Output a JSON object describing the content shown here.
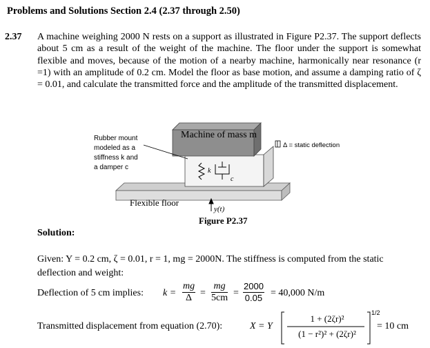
{
  "header": {
    "section_title": "Problems and Solutions Section 2.4 (2.37 through 2.50)"
  },
  "problem": {
    "number": "2.37",
    "text": "A machine weighing 2000 N rests on a support as illustrated in Figure P2.37.  The support deflects about 5 cm as a result of the weight of the machine.  The floor under the support is somewhat flexible and moves, because of the motion of a nearby machine, harmonically near resonance (r =1) with an amplitude of 0.2 cm.  Model the floor as base motion, and assume a damping ratio of ζ = 0.01, and calculate the transmitted force and the amplitude of the transmitted displacement."
  },
  "figure": {
    "machine_label": "Machine of mass m",
    "rubber_mount_lines": [
      "Rubber mount",
      "modeled as a",
      "stiffness k and",
      "a damper c"
    ],
    "static_deflection_label": "Δ = static deflection",
    "floor_label": "Flexible floor",
    "spring_label": "k",
    "damper_label": "c",
    "base_motion_label": "y(t)",
    "caption": "Figure P2.37"
  },
  "solution": {
    "label": "Solution:",
    "given_text": "Given: Y = 0.2 cm,  ζ = 0.01, r = 1, mg = 2000N.  The stiffness is computed from the static deflection and weight:",
    "deflection_prefix": "Deflection of 5 cm implies:",
    "k_lhs": "k =",
    "frac1_num": "mg",
    "frac1_den": "Δ",
    "frac2_num": "mg",
    "frac2_den": "5cm",
    "frac3_num": "2000",
    "frac3_den": "0.05",
    "k_result": "= 40,000 N/m",
    "transmitted_prefix": "Transmitted displacement from equation (2.70):",
    "x_lhs": "X = Y",
    "tr_num": "1 + (2ζr)²",
    "tr_den": "(1 − r²)² + (2ζr)²",
    "exponent": "1/2",
    "x_result": "= 10 cm"
  }
}
